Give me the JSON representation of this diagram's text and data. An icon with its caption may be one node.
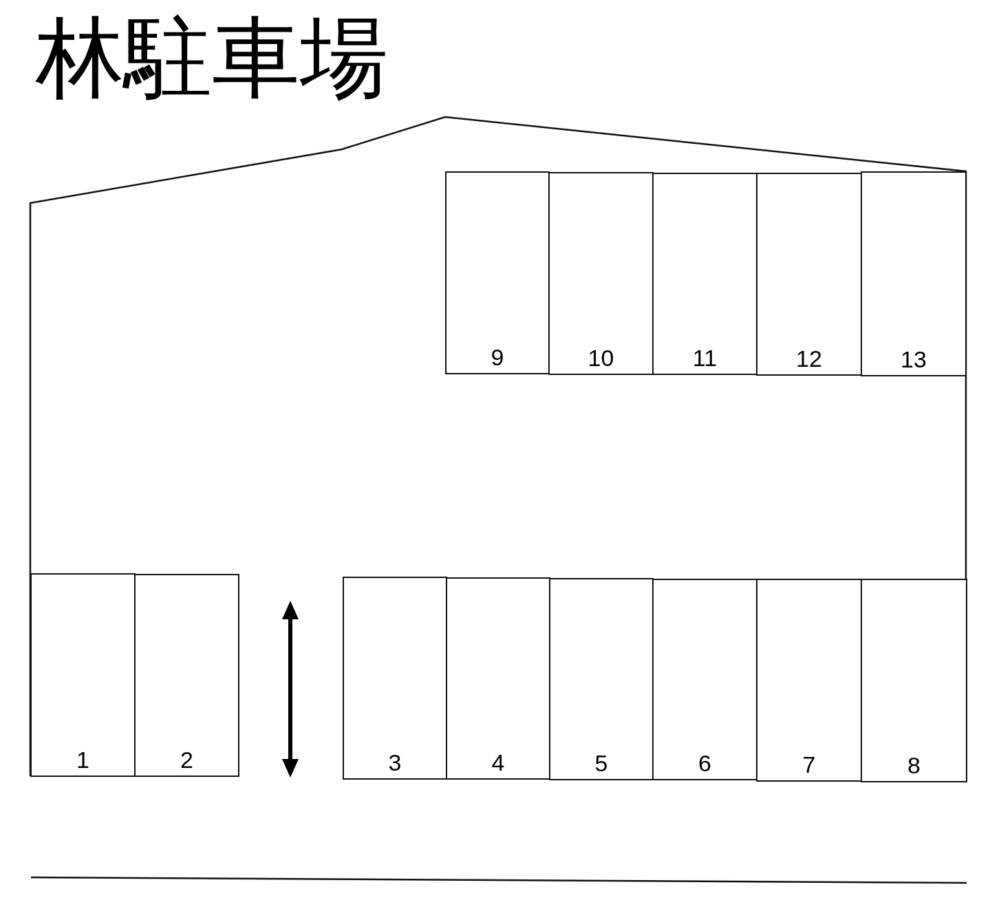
{
  "diagram": {
    "title": "林駐車場",
    "nodes": [
      {
        "text": [
          "9"
        ]
      },
      {
        "text": [
          "10"
        ]
      },
      {
        "text": [
          "11"
        ]
      },
      {
        "text": [
          "12"
        ]
      },
      {
        "text": [
          "13"
        ]
      },
      {
        "text": [
          "1"
        ]
      },
      {
        "text": [
          "2"
        ]
      },
      {
        "text": [
          "3"
        ]
      },
      {
        "text": [
          "4"
        ]
      },
      {
        "text": [
          "5"
        ]
      },
      {
        "text": [
          "6"
        ]
      },
      {
        "text": [
          "7"
        ]
      },
      {
        "text": [
          "8"
        ]
      }
    ]
  }
}
